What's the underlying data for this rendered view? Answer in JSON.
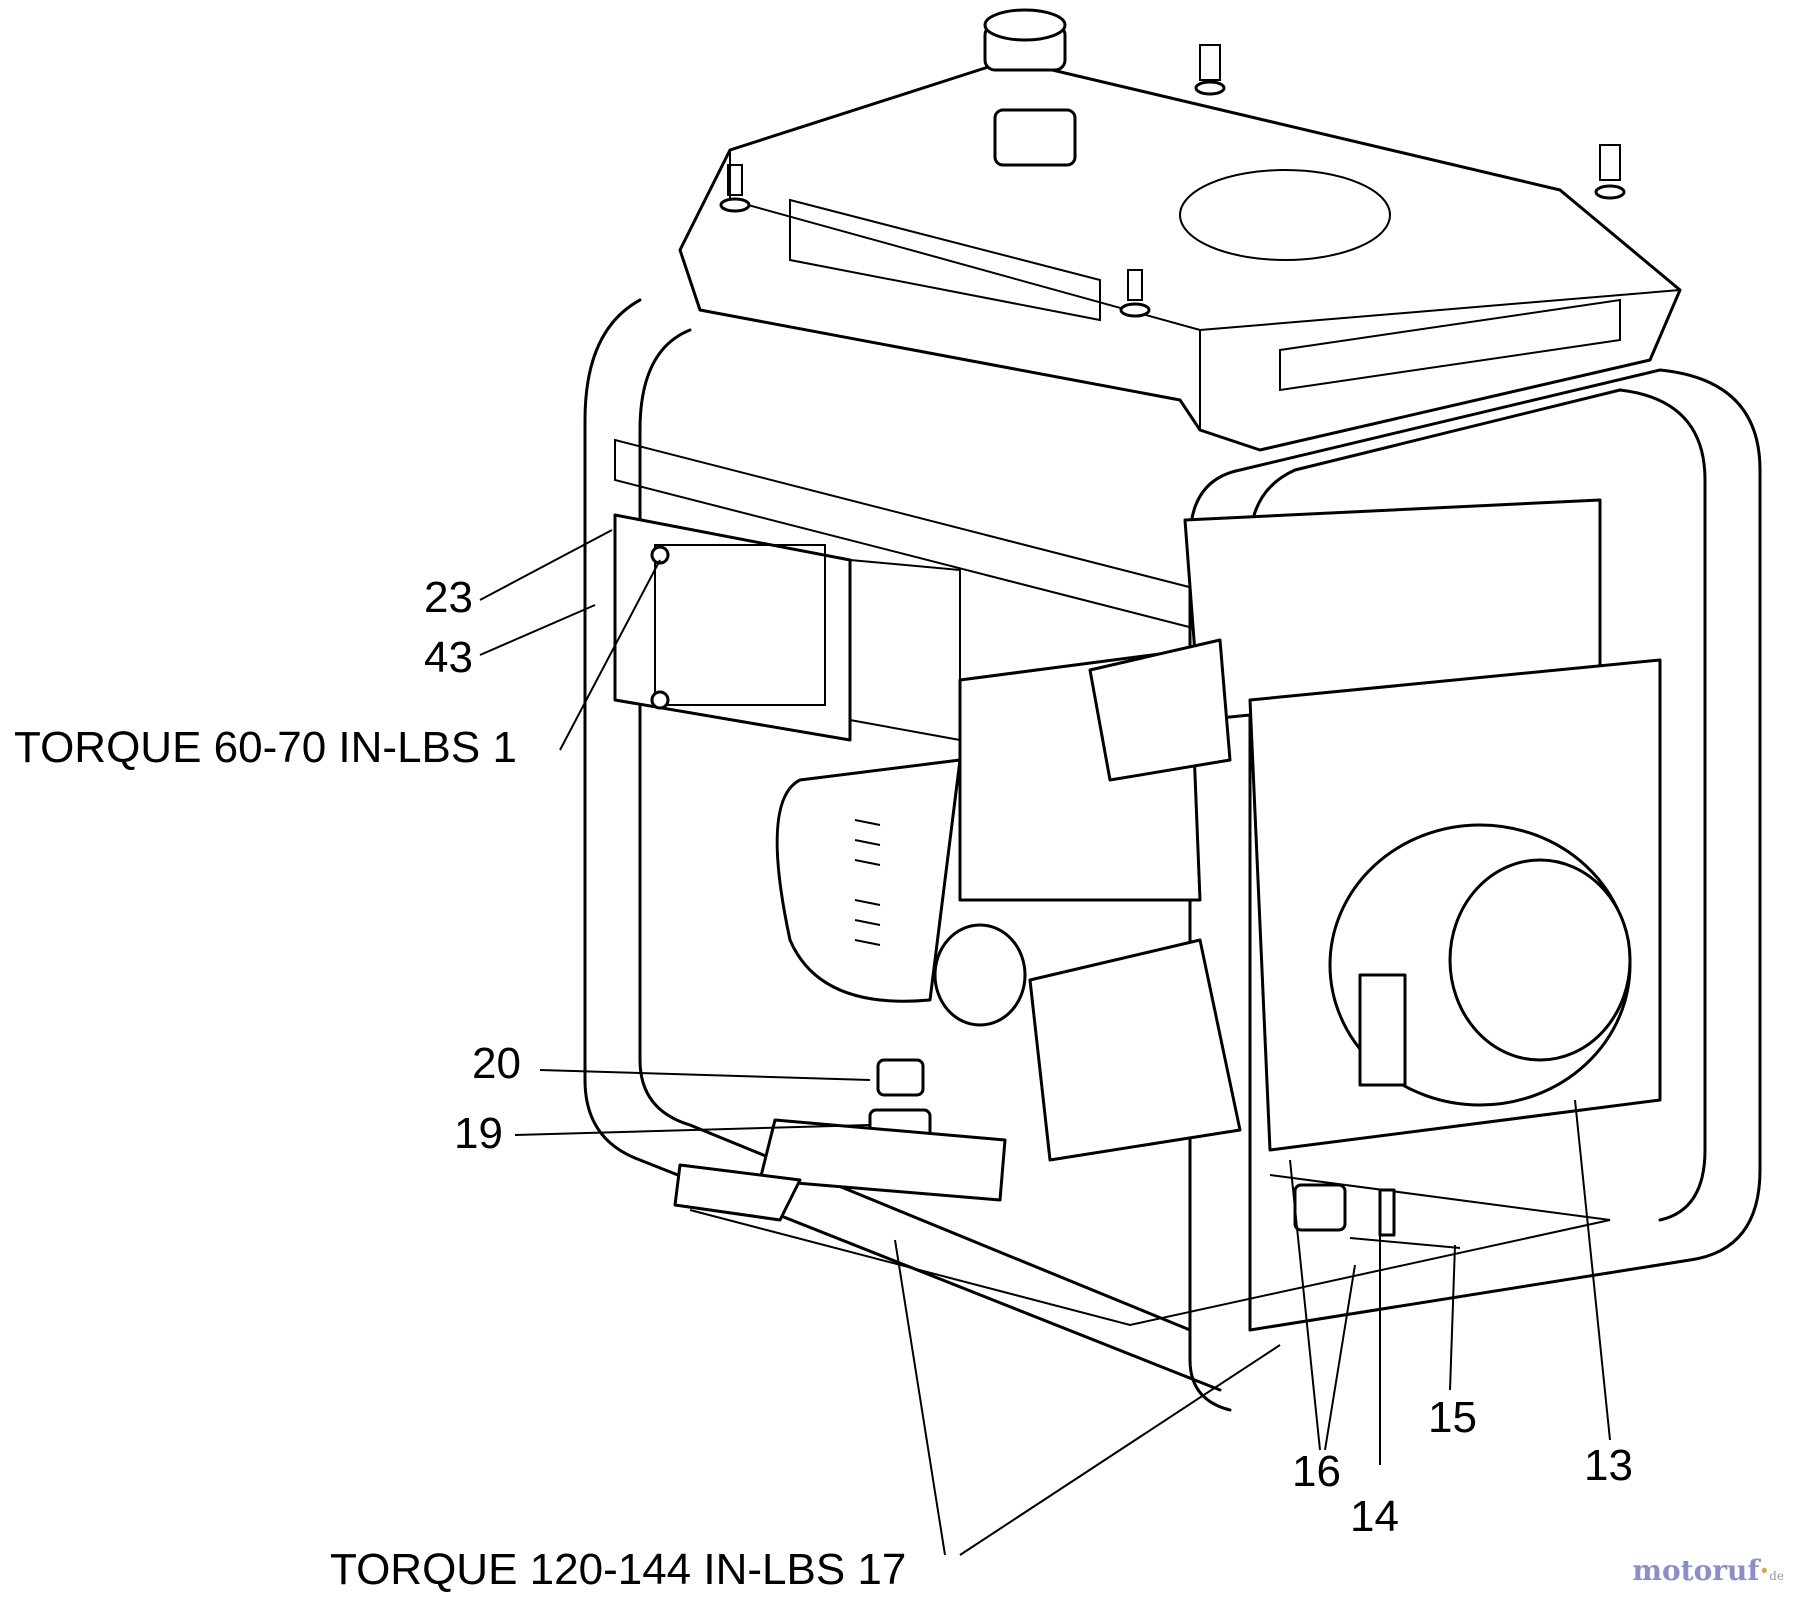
{
  "callouts": {
    "c23": "23",
    "c43": "43",
    "c1": "TORQUE 60-70 IN-LBS 1",
    "c20": "20",
    "c19": "19",
    "c17": "TORQUE 120-144 IN-LBS 17",
    "c16": "16",
    "c14": "14",
    "c15": "15",
    "c13": "13"
  },
  "watermark": {
    "brand_a": "motoruf",
    "brand_dot": "·",
    "brand_tld": "de"
  }
}
